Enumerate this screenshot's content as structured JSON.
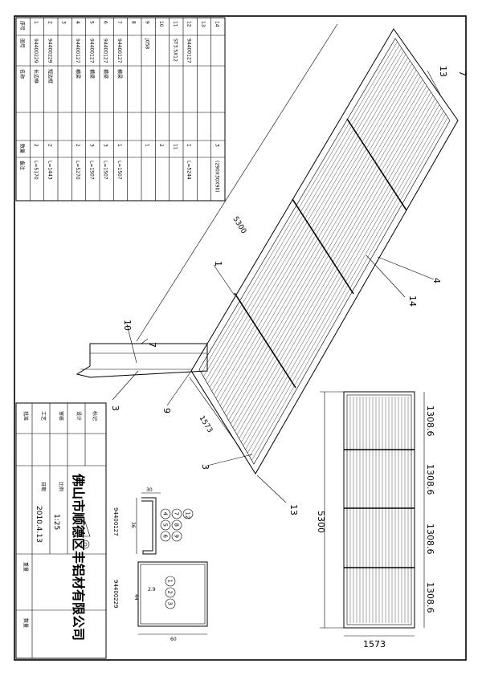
{
  "bom": {
    "headers": [
      "序号",
      "图号",
      "名称",
      "数量",
      "备注"
    ],
    "rows": [
      {
        "no": "1",
        "code": "94400229",
        "name": "长边框",
        "qty": "2",
        "note": "L=5170"
      },
      {
        "no": "2",
        "code": "94400229",
        "name": "短边框",
        "qty": "2",
        "note": "L=1443"
      },
      {
        "no": "3",
        "code": "",
        "name": "",
        "qty": "",
        "note": ""
      },
      {
        "no": "4",
        "code": "94400127",
        "name": "横梁",
        "qty": "2",
        "note": "L=5270"
      },
      {
        "no": "5",
        "code": "94400127",
        "name": "横梁",
        "qty": "3",
        "note": "L=1507"
      },
      {
        "no": "6",
        "code": "94400127",
        "name": "横梁",
        "qty": "3",
        "note": "L=1507"
      },
      {
        "no": "7",
        "code": "94400127",
        "name": "横梁",
        "qty": "1",
        "note": "L=1507"
      },
      {
        "no": "8",
        "code": "",
        "name": "",
        "qty": "",
        "note": ""
      },
      {
        "no": "9",
        "code": "J058",
        "name": "",
        "qty": "1",
        "note": ""
      },
      {
        "no": "10",
        "code": "",
        "name": "",
        "qty": "2",
        "note": ""
      },
      {
        "no": "11",
        "code": "ST3.5X12",
        "name": "",
        "qty": "11",
        "note": ""
      },
      {
        "no": "12",
        "code": "94400127",
        "name": "",
        "qty": "1",
        "note": "L=5244"
      },
      {
        "no": "13",
        "code": "",
        "name": "",
        "qty": "",
        "note": ""
      },
      {
        "no": "14",
        "code": "",
        "name": "",
        "qty": "3",
        "note": "(290X30X90)"
      }
    ]
  },
  "dimensions": {
    "total_length": "5300",
    "width": "1573",
    "module": "1308.6",
    "iso_length": "5300",
    "iso_width": "1573"
  },
  "callouts": [
    "1",
    "3",
    "3",
    "4",
    "7",
    "7",
    "9",
    "10",
    "13",
    "13",
    "14"
  ],
  "title_block": {
    "company": "佛山市顺德区丰铝材有限公司",
    "scale": "1:25",
    "date": "2010.4.13",
    "labels": [
      "标记",
      "设计",
      "审核",
      "工艺",
      "批准",
      "比例",
      "日期",
      "数量",
      "重量"
    ]
  },
  "sections": [
    {
      "code": "94400127",
      "dim_a": "30",
      "dim_b": "36",
      "groups": [
        [
          "4",
          "5",
          "6"
        ],
        [
          "7",
          "8",
          "9"
        ],
        [
          "12"
        ]
      ]
    },
    {
      "code": "94400229",
      "dim_a": "60",
      "dim_b": "2.9",
      "dim_c": "44",
      "groups": [
        [
          "1",
          "2",
          "3"
        ]
      ]
    }
  ]
}
